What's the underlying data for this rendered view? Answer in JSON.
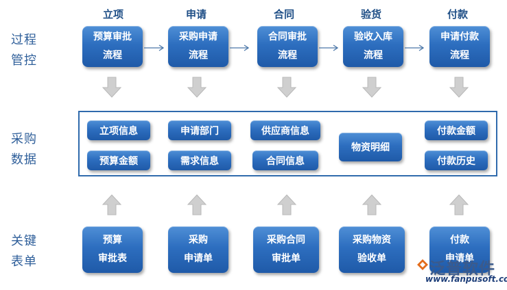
{
  "stages": [
    "立项",
    "申请",
    "合同",
    "验货",
    "付款"
  ],
  "rows": {
    "process": "过程\n管控",
    "data": "采购\n数据",
    "forms": "关键\n表单"
  },
  "process_steps": [
    "预算审批\n流程",
    "采购申请\n流程",
    "合同审批\n流程",
    "验收入库\n流程",
    "申请付款\n流程"
  ],
  "data_items": {
    "col1": [
      "立项信息",
      "预算金额"
    ],
    "col2": [
      "申请部门",
      "需求信息"
    ],
    "col3": [
      "供应商信息",
      "合同信息"
    ],
    "col4": [
      "物资明细"
    ],
    "col5": [
      "付款金额",
      "付款历史"
    ]
  },
  "forms": [
    "预算\n审批表",
    "采购\n申请单",
    "采购合同\n审批单",
    "采购物资\n验收单",
    "付款\n申请单"
  ],
  "watermark": {
    "name": "泛普软件",
    "url": "www.fanpusoft.com"
  },
  "colors": {
    "box_top": "#4f8fd6",
    "box_bottom": "#1f5aa8",
    "frame": "#2f6aac",
    "label": "#2f5f9a",
    "arrow": "#c8c8c8"
  }
}
